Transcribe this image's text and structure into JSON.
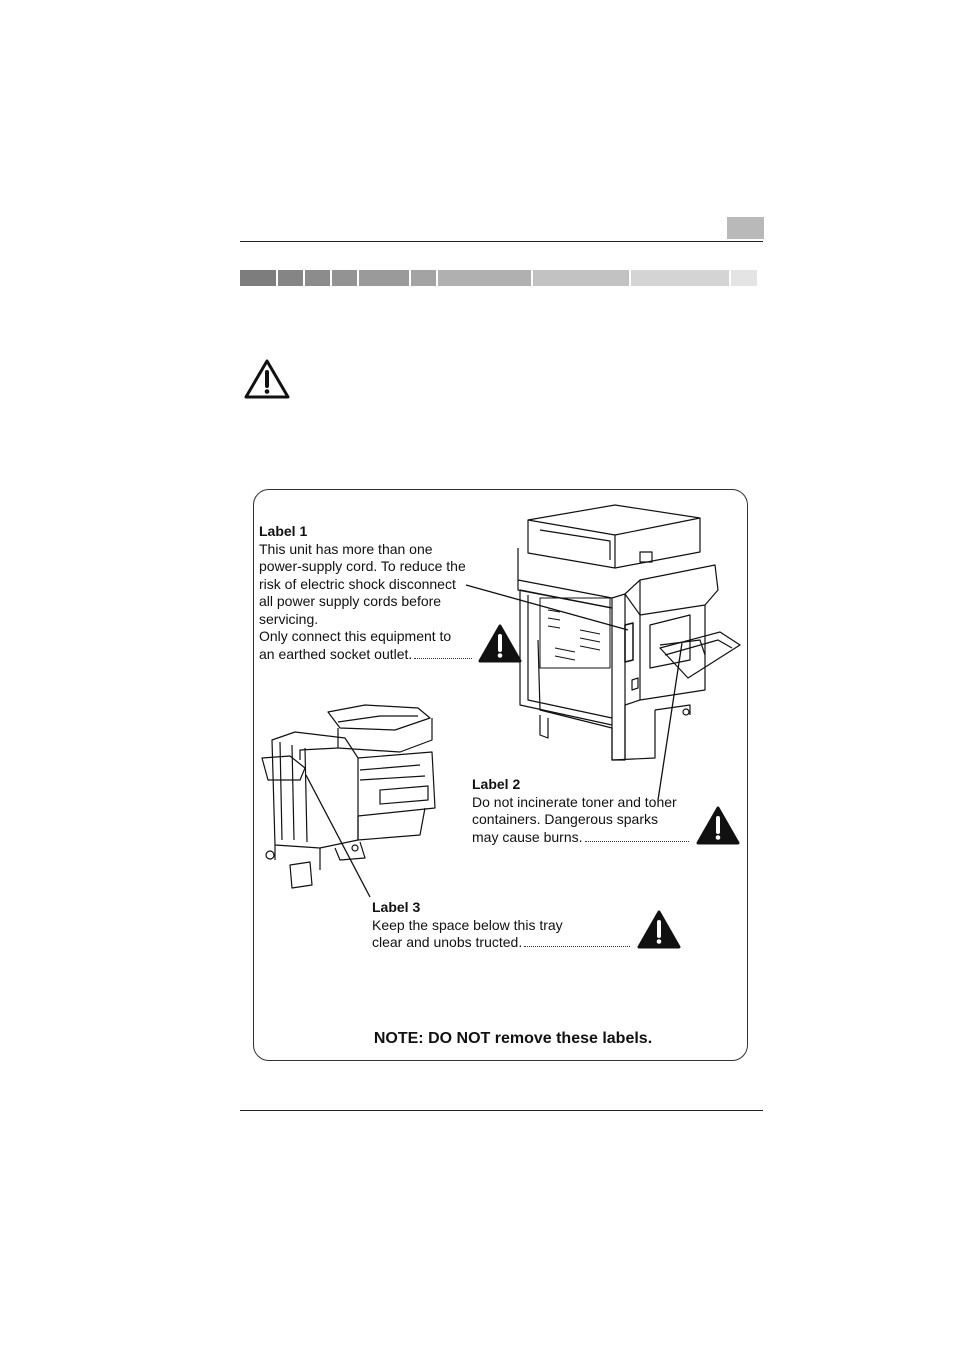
{
  "page": {
    "header_tab_color": "#b9b9b9",
    "gradient_bar_colors": [
      "#7d7d7d",
      "#858585",
      "#8c8c8c",
      "#939393",
      "#9a9a9a",
      "#a3a3a3",
      "#b0b0b0",
      "#c2c2c2",
      "#d4d4d4",
      "#e4e4e4"
    ]
  },
  "labels": {
    "label1": {
      "title": "Label 1",
      "lines": [
        "This unit has more than one",
        "power-supply cord. To reduce the",
        "risk of electric shock disconnect",
        "all power supply cords before",
        "servicing.",
        "Only connect this equipment to",
        "an earthed socket outlet."
      ]
    },
    "label2": {
      "title": "Label 2",
      "lines": [
        "Do not incinerate toner and toner",
        "containers. Dangerous sparks",
        "may cause burns."
      ]
    },
    "label3": {
      "title": "Label 3",
      "lines": [
        "Keep the space below this tray",
        "clear and unobs tructed."
      ]
    }
  },
  "note": "NOTE: DO NOT remove these labels.",
  "icons": {
    "top": "warning-triangle-outline-icon",
    "hazard": "warning-triangle-filled-icon"
  }
}
